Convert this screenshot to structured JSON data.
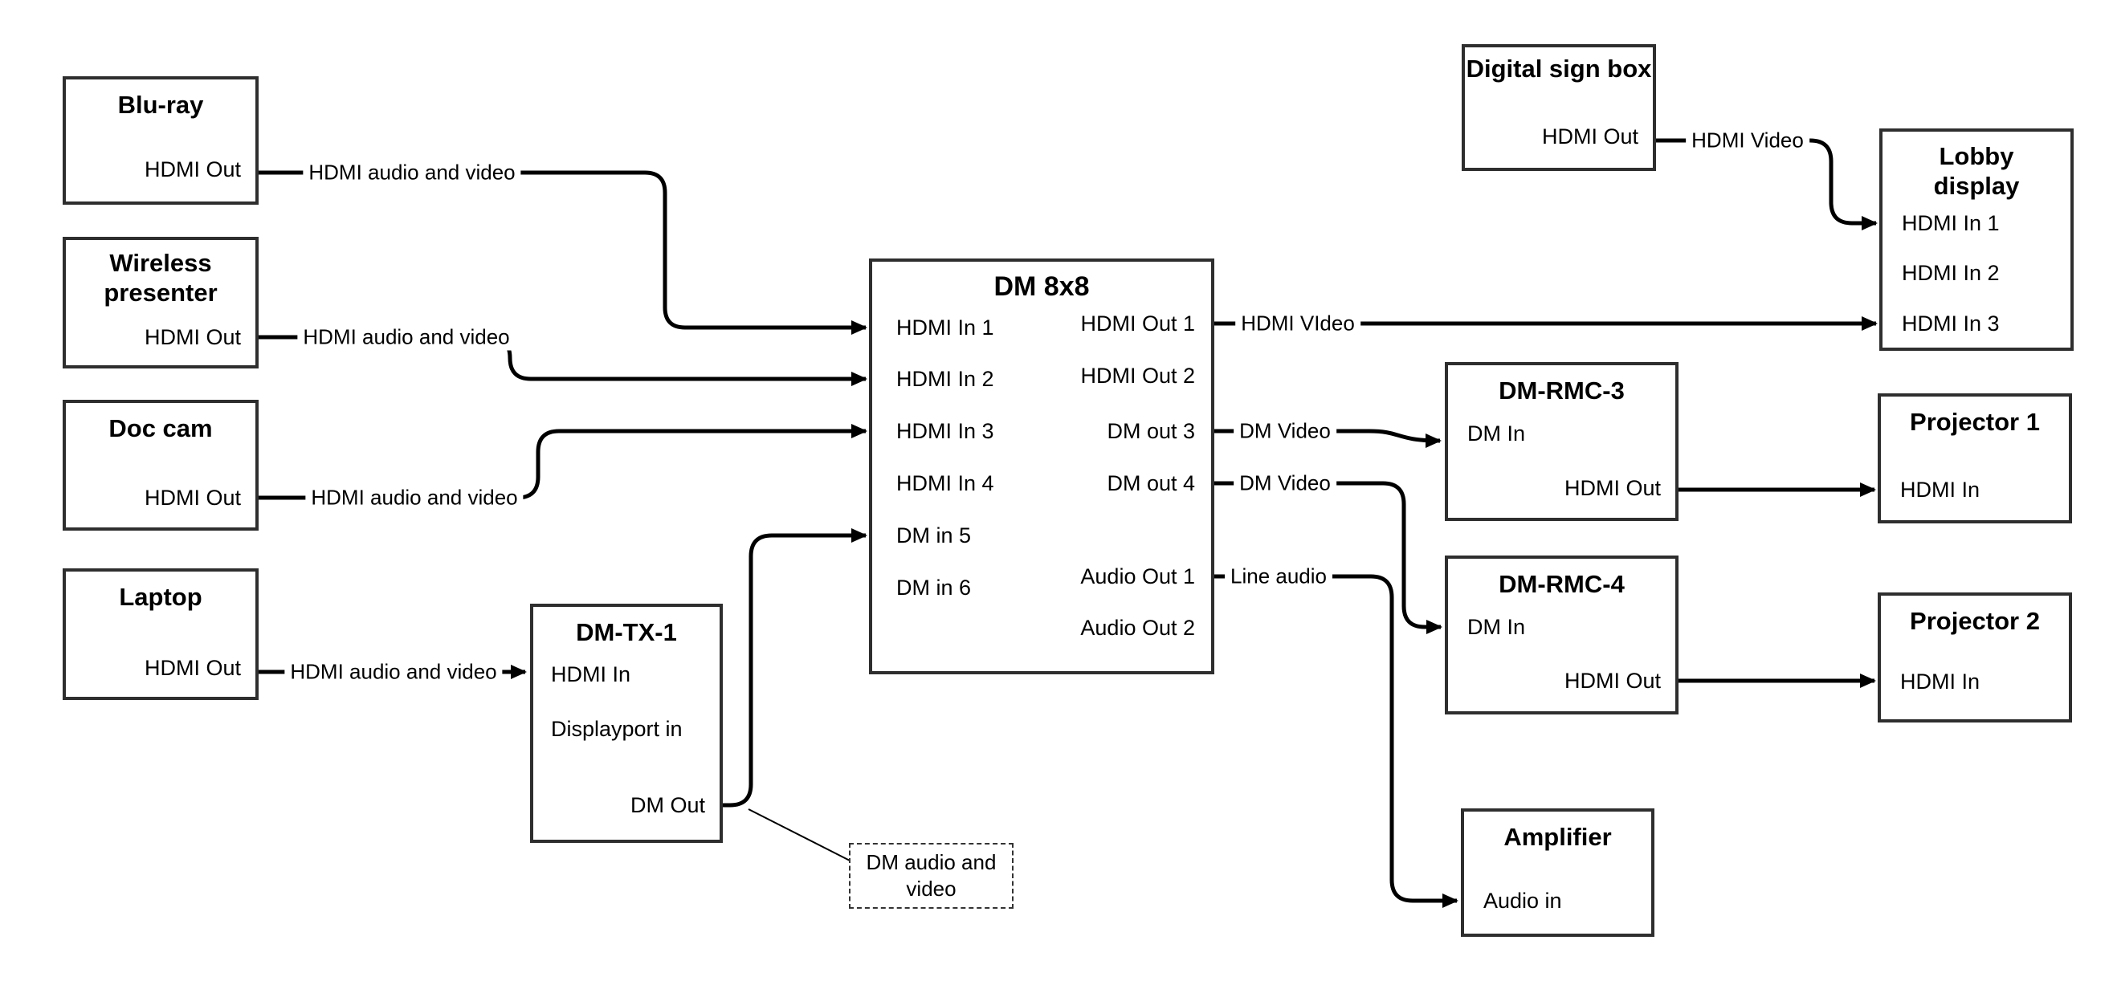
{
  "colors": {
    "background": "#ffffff",
    "wire": "#000000",
    "box_border": "#2e2e2e",
    "text": "#000000"
  },
  "nodes": {
    "blu_ray": {
      "title": "Blu-ray",
      "ports": {
        "hdmi_out": "HDMI Out"
      }
    },
    "wireless": {
      "title": "Wireless presenter",
      "ports": {
        "hdmi_out": "HDMI Out"
      }
    },
    "doc_cam": {
      "title": "Doc cam",
      "ports": {
        "hdmi_out": "HDMI Out"
      }
    },
    "laptop": {
      "title": "Laptop",
      "ports": {
        "hdmi_out": "HDMI Out"
      }
    },
    "dm_tx_1": {
      "title": "DM-TX-1",
      "ports": {
        "hdmi_in": "HDMI In",
        "dp_in": "Displayport in",
        "dm_out": "DM Out"
      }
    },
    "dm_8x8": {
      "title": "DM 8x8",
      "ports": {
        "in1": "HDMI In 1",
        "in2": "HDMI In 2",
        "in3": "HDMI In 3",
        "in4": "HDMI In 4",
        "in5": "DM in 5",
        "in6": "DM in 6",
        "out1": "HDMI Out 1",
        "out2": "HDMI Out 2",
        "out3": "DM out 3",
        "out4": "DM out 4",
        "aout1": "Audio Out 1",
        "aout2": "Audio Out 2"
      }
    },
    "digital_sign": {
      "title": "Digital sign box",
      "ports": {
        "hdmi_out": "HDMI Out"
      }
    },
    "lobby_display": {
      "title": "Lobby display",
      "ports": {
        "in1": "HDMI In 1",
        "in2": "HDMI In 2",
        "in3": "HDMI In 3"
      }
    },
    "dm_rmc_3": {
      "title": "DM-RMC-3",
      "ports": {
        "dm_in": "DM In",
        "hdmi_out": "HDMI Out"
      }
    },
    "projector_1": {
      "title": "Projector 1",
      "ports": {
        "hdmi_in": "HDMI In"
      }
    },
    "dm_rmc_4": {
      "title": "DM-RMC-4",
      "ports": {
        "dm_in": "DM In",
        "hdmi_out": "HDMI Out"
      }
    },
    "projector_2": {
      "title": "Projector 2",
      "ports": {
        "hdmi_in": "HDMI In"
      }
    },
    "amplifier": {
      "title": "Amplifier",
      "ports": {
        "audio_in": "Audio in"
      }
    }
  },
  "connections": [
    {
      "from": "Blu-ray HDMI Out",
      "to": "DM 8x8 HDMI In 1",
      "label": "HDMI audio and video"
    },
    {
      "from": "Wireless presenter HDMI Out",
      "to": "DM 8x8 HDMI In 2",
      "label": "HDMI audio and video"
    },
    {
      "from": "Doc cam HDMI Out",
      "to": "DM 8x8 HDMI In 3",
      "label": "HDMI audio and video"
    },
    {
      "from": "Laptop HDMI Out",
      "to": "DM-TX-1 HDMI In",
      "label": "HDMI audio and video"
    },
    {
      "from": "DM-TX-1 DM Out",
      "to": "DM 8x8 DM in 5",
      "label": ""
    },
    {
      "from": "DM 8x8 HDMI Out 1",
      "to": "Lobby display HDMI In 3",
      "label": "HDMI VIdeo"
    },
    {
      "from": "DM 8x8 DM out 3",
      "to": "DM-RMC-3 DM In",
      "label": "DM Video"
    },
    {
      "from": "DM 8x8 DM out 4",
      "to": "DM-RMC-4 DM In",
      "label": "DM Video"
    },
    {
      "from": "DM 8x8 Audio Out 1",
      "to": "Amplifier Audio in",
      "label": "Line audio"
    },
    {
      "from": "Digital sign box HDMI Out",
      "to": "Lobby display HDMI In 1",
      "label": "HDMI Video"
    },
    {
      "from": "DM-RMC-3 HDMI Out",
      "to": "Projector 1 HDMI In",
      "label": ""
    },
    {
      "from": "DM-RMC-4 HDMI Out",
      "to": "Projector 2 HDMI In",
      "label": ""
    }
  ],
  "labels": {
    "dm_callout": "DM audio and video"
  }
}
